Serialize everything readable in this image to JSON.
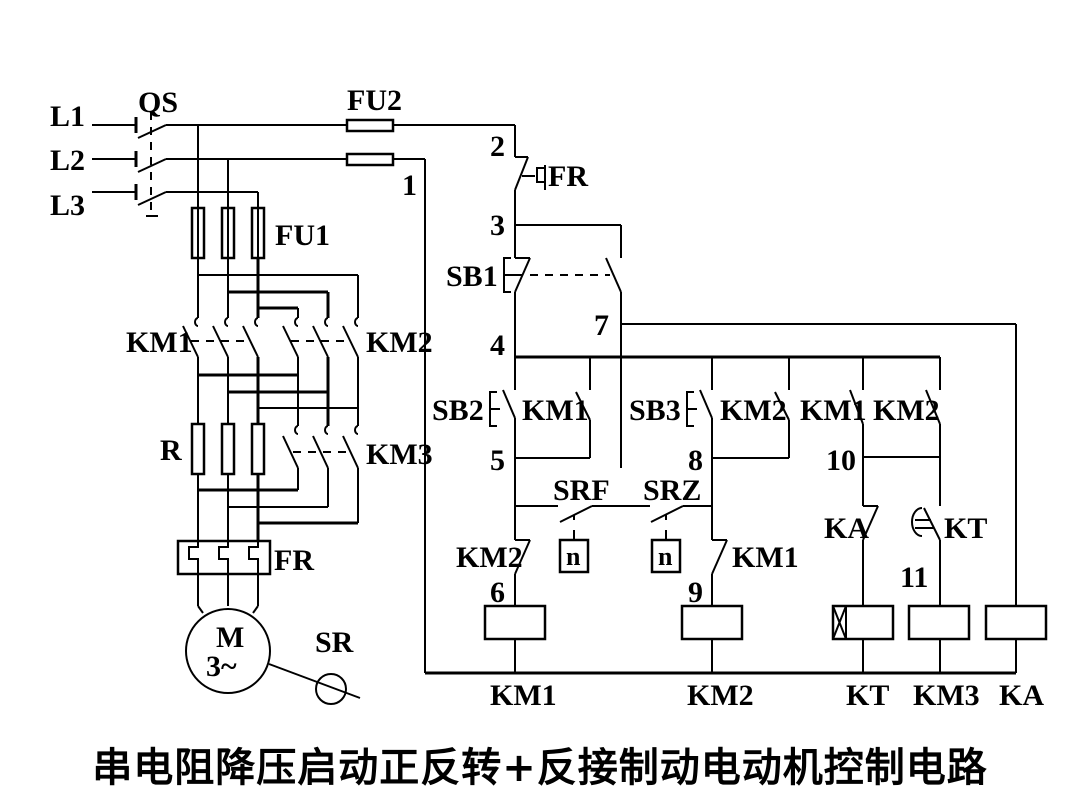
{
  "title": "串电阻降压启动正反转+反接制动电动机控制电路",
  "main_circuit": {
    "supply_lines": [
      "L1",
      "L2",
      "L3"
    ],
    "switch": "QS",
    "fuses_main": "FU1",
    "contactor_forward": "KM1",
    "contactor_reverse": "KM2",
    "contactor_bypass": "KM3",
    "resistor": "R",
    "thermal_relay": "FR",
    "motor_symbol": "M",
    "motor_phase": "3~",
    "speed_relay": "SR"
  },
  "control_circuit": {
    "fuse_control": "FU2",
    "nodes": [
      "1",
      "2",
      "3",
      "4",
      "5",
      "6",
      "7",
      "8",
      "9",
      "10",
      "11"
    ],
    "thermal_contact": "FR",
    "stop_button": "SB1",
    "forward_button": "SB2",
    "reverse_button": "SB3",
    "km1_aux": "KM1",
    "km2_aux": "KM2",
    "km1_aux_2": "KM1",
    "km2_aux_2": "KM2",
    "speed_contact_forward": "SRF",
    "speed_contact_reverse": "SRZ",
    "speed_symbol": "n",
    "km2_interlock": "KM2",
    "km1_interlock": "KM1",
    "ka_contact": "KA",
    "kt_contact": "KT",
    "coils": [
      "KM1",
      "KM2",
      "KT",
      "KM3",
      "KA"
    ]
  }
}
